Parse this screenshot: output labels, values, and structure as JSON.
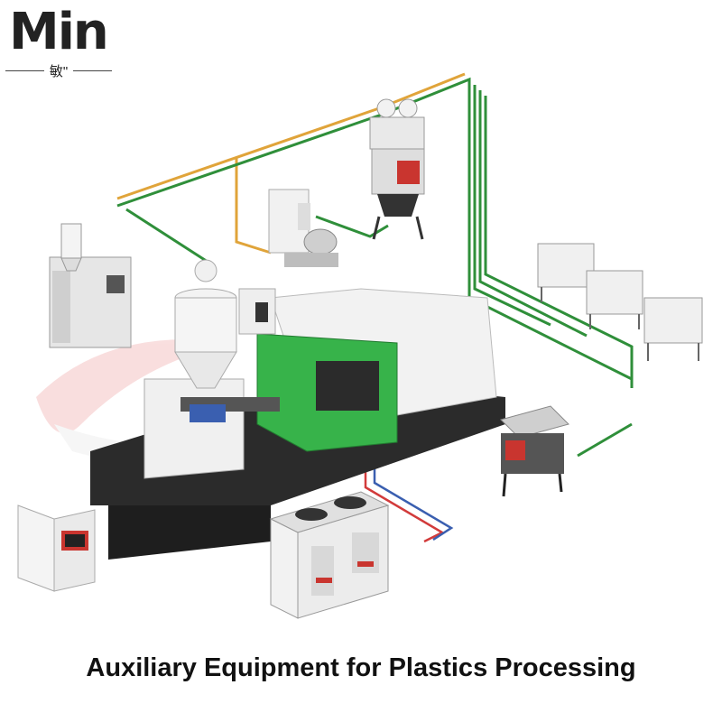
{
  "logo": {
    "wordmark": "Min",
    "sub_mark": "敏\""
  },
  "caption": "Auxiliary Equipment for Plastics Processing",
  "colors": {
    "accent_green": "#37b34a",
    "pipe_green": "#2f8f3a",
    "pipe_orange": "#e0a43a",
    "pipe_red": "#d23b3b",
    "pipe_blue": "#3a5fb0",
    "machine_dark": "#2b2b2b",
    "machine_light": "#eeeeee"
  },
  "equipment_icons": [
    "injection-molding-machine-icon",
    "hopper-dryer-icon",
    "vacuum-loader-icon",
    "dehumidifying-dryer-icon",
    "dosing-mixer-icon",
    "storage-bin-icon",
    "granulator-icon",
    "chiller-icon",
    "mold-temperature-controller-icon"
  ]
}
